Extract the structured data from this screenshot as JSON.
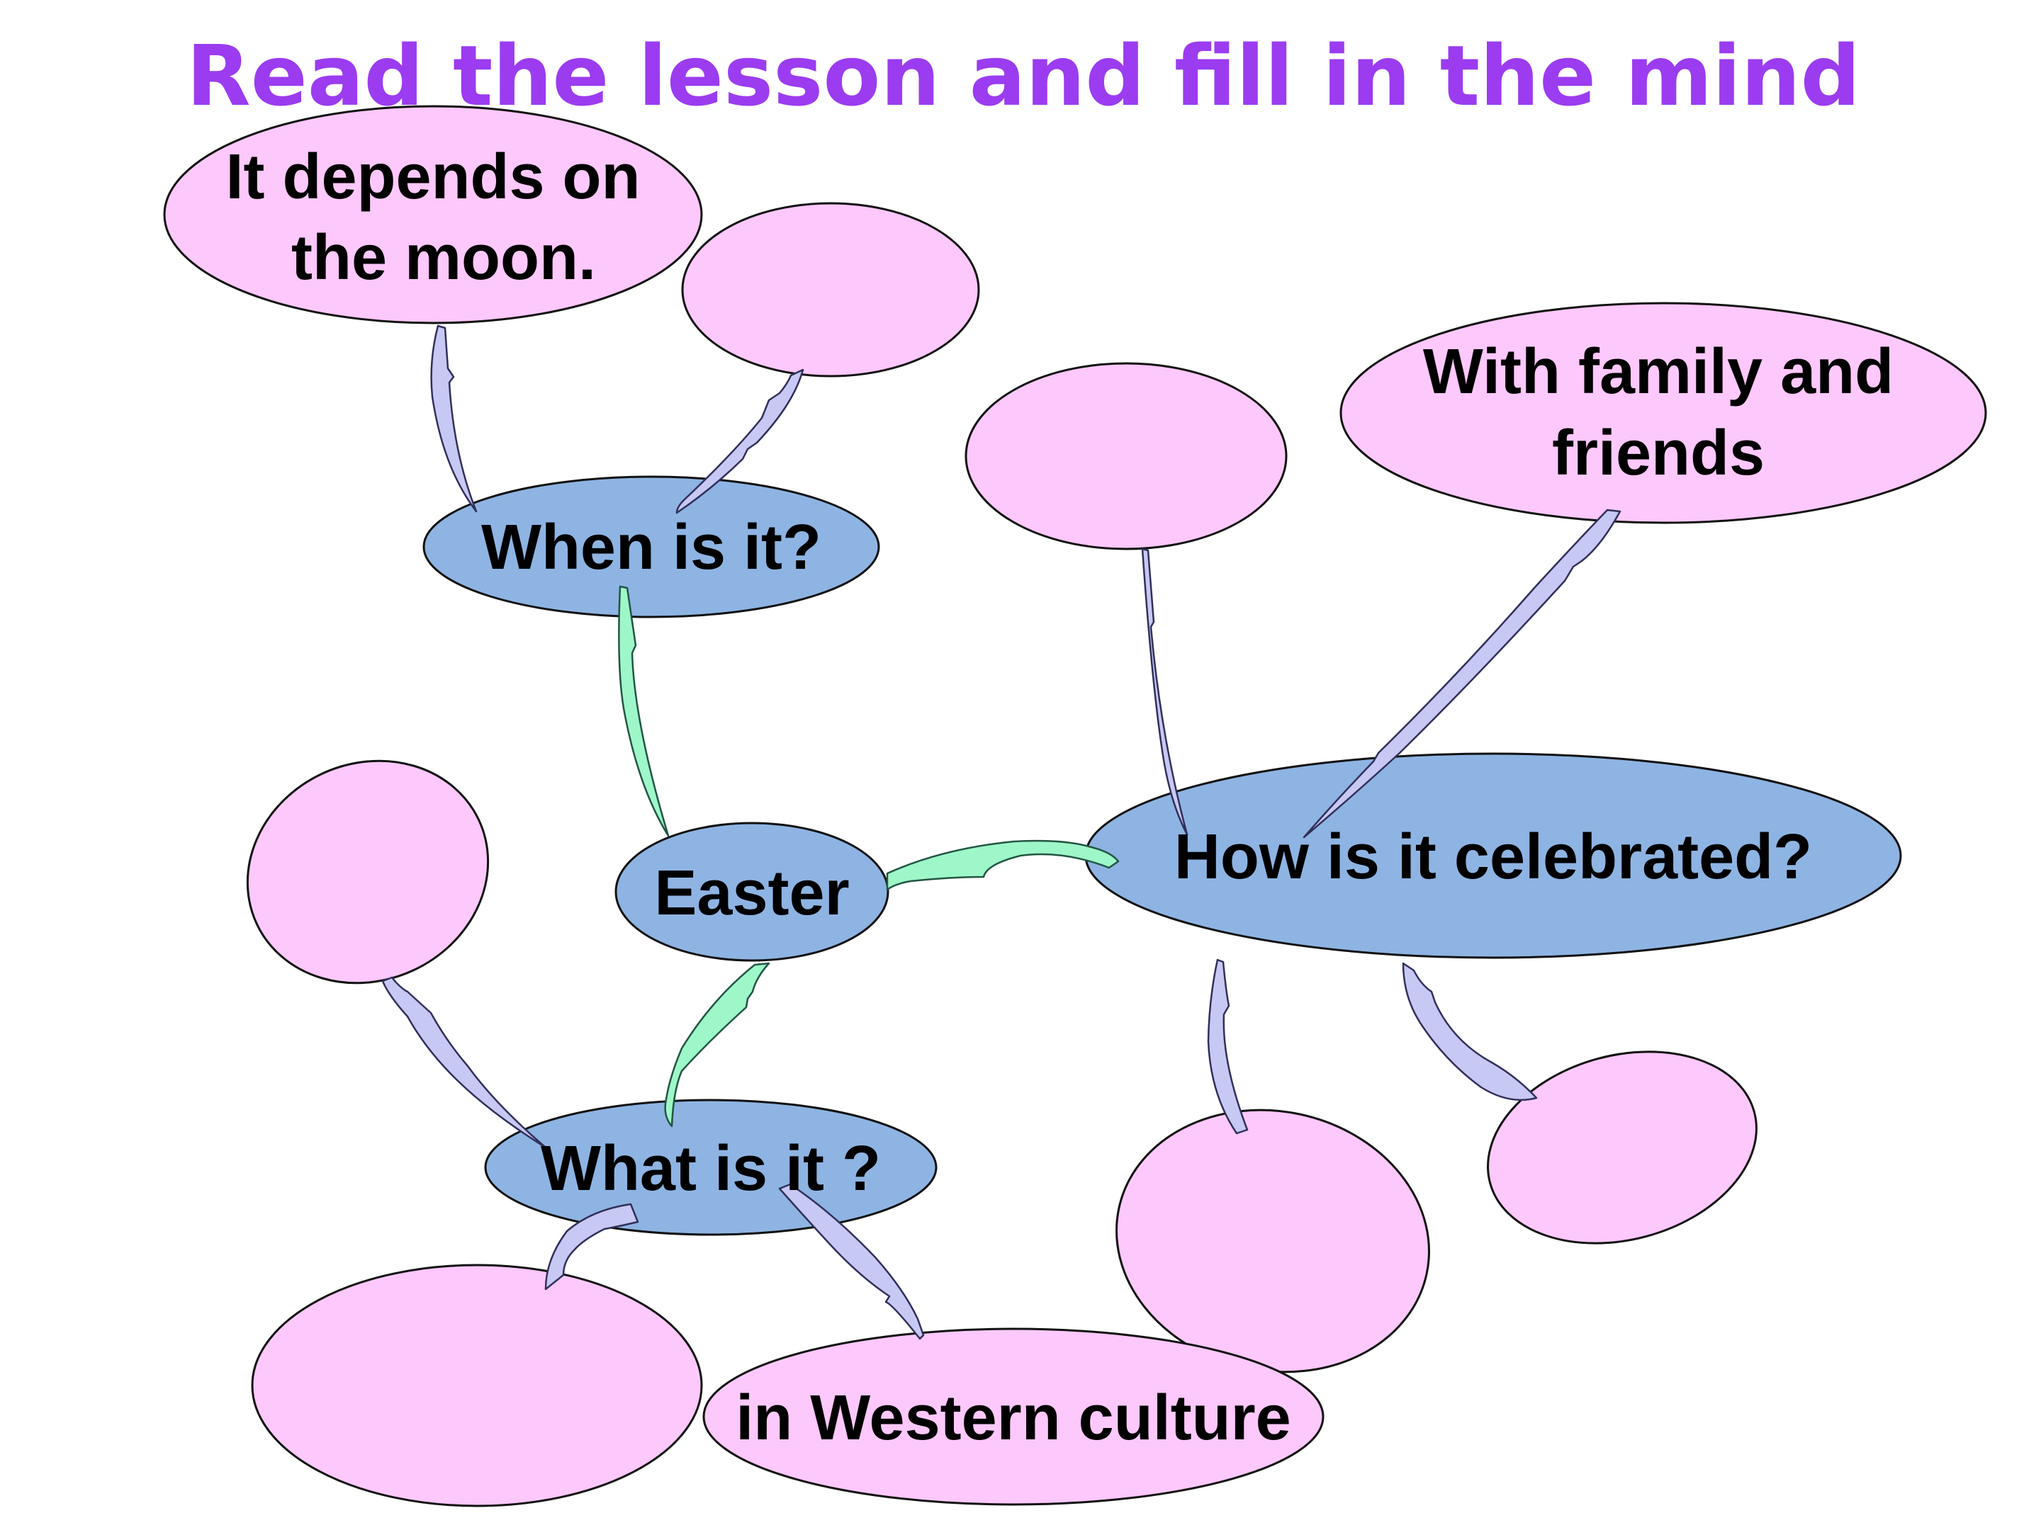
{
  "title": "Read the lesson and fill in the mind",
  "center": "Easter",
  "questions": {
    "when": "When is it?",
    "how": "How is it celebrated?",
    "what": "What is it ?"
  },
  "answers": {
    "moon_line1": "It depends on",
    "moon_line2": "the moon.",
    "family_line1": "With family and",
    "family_line2": "friends",
    "culture": "in Western culture"
  },
  "colors": {
    "title": "#9b3cf0",
    "answer_bubble": "#fdc8fb",
    "question_bubble": "#8eb4e3",
    "connector": "#c8c8f4",
    "main_connector": "#9ef7c8"
  }
}
